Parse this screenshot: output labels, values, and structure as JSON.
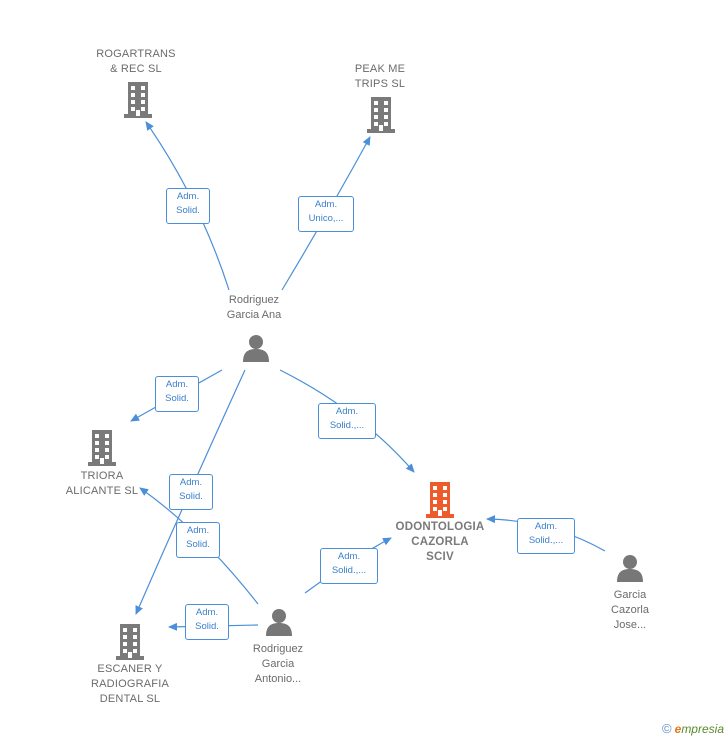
{
  "colors": {
    "edge": "#4a8fd8",
    "company": "#7a7a7a",
    "main_company": "#ef5a2a",
    "person": "#777777"
  },
  "companies": [
    {
      "id": "rogartrans",
      "label": "ROGARTRANS\n& REC  SL",
      "main": false
    },
    {
      "id": "peak",
      "label": "PEAK ME\nTRIPS  SL",
      "main": false
    },
    {
      "id": "triora",
      "label": "TRIORA\nALICANTE  SL",
      "main": false
    },
    {
      "id": "odontologia",
      "label": "ODONTOLOGIA\nCAZORLA\nSCIV",
      "main": true
    },
    {
      "id": "escaner",
      "label": "ESCANER Y\nRADIOGRAFIA\nDENTAL  SL",
      "main": false
    }
  ],
  "people": [
    {
      "id": "ana",
      "label": "Rodriguez\nGarcia Ana"
    },
    {
      "id": "antonio",
      "label": "Rodriguez\nGarcia\nAntonio..."
    },
    {
      "id": "jose",
      "label": "Garcia\nCazorla\nJose..."
    }
  ],
  "edges": [
    {
      "id": "e1",
      "label": "Adm.\nSolid."
    },
    {
      "id": "e2",
      "label": "Adm.\nUnico,..."
    },
    {
      "id": "e3",
      "label": "Adm.\nSolid."
    },
    {
      "id": "e4",
      "label": "Adm.\nSolid.,..."
    },
    {
      "id": "e5",
      "label": "Adm.\nSolid."
    },
    {
      "id": "e6",
      "label": "Adm.\nSolid."
    },
    {
      "id": "e7",
      "label": "Adm.\nSolid."
    },
    {
      "id": "e8",
      "label": "Adm.\nSolid.,..."
    },
    {
      "id": "e9",
      "label": "Adm.\nSolid.,..."
    }
  ],
  "footer": {
    "copyright": "©",
    "brand_initial": "e",
    "brand_rest": "mpresia"
  }
}
